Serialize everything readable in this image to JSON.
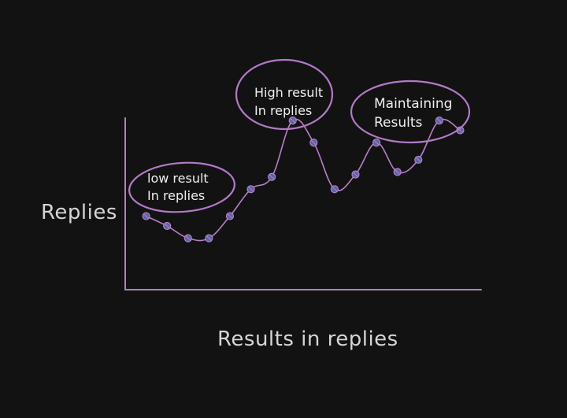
{
  "chart_data": {
    "type": "line",
    "xlabel": "Results in replies",
    "ylabel": "Replies",
    "x": [
      1,
      2,
      3,
      4,
      5,
      6,
      7,
      8,
      9,
      10,
      11,
      12,
      13,
      14,
      15,
      16
    ],
    "y": [
      3.0,
      2.6,
      2.1,
      2.1,
      3.0,
      4.1,
      4.6,
      6.9,
      6.0,
      4.1,
      4.7,
      6.0,
      4.8,
      5.3,
      6.9,
      6.5
    ],
    "xlim": [
      0,
      17
    ],
    "ylim": [
      0,
      7
    ],
    "grid": false,
    "line_color": "#b77fc6",
    "marker_color": "#5b63a8",
    "annotations": [
      {
        "lines": [
          "low result",
          "In replies"
        ],
        "near_point": 2
      },
      {
        "lines": [
          "High result",
          "In replies"
        ],
        "near_point": 8
      },
      {
        "lines": [
          "Maintaining",
          "Results"
        ],
        "near_point": 14
      }
    ]
  }
}
